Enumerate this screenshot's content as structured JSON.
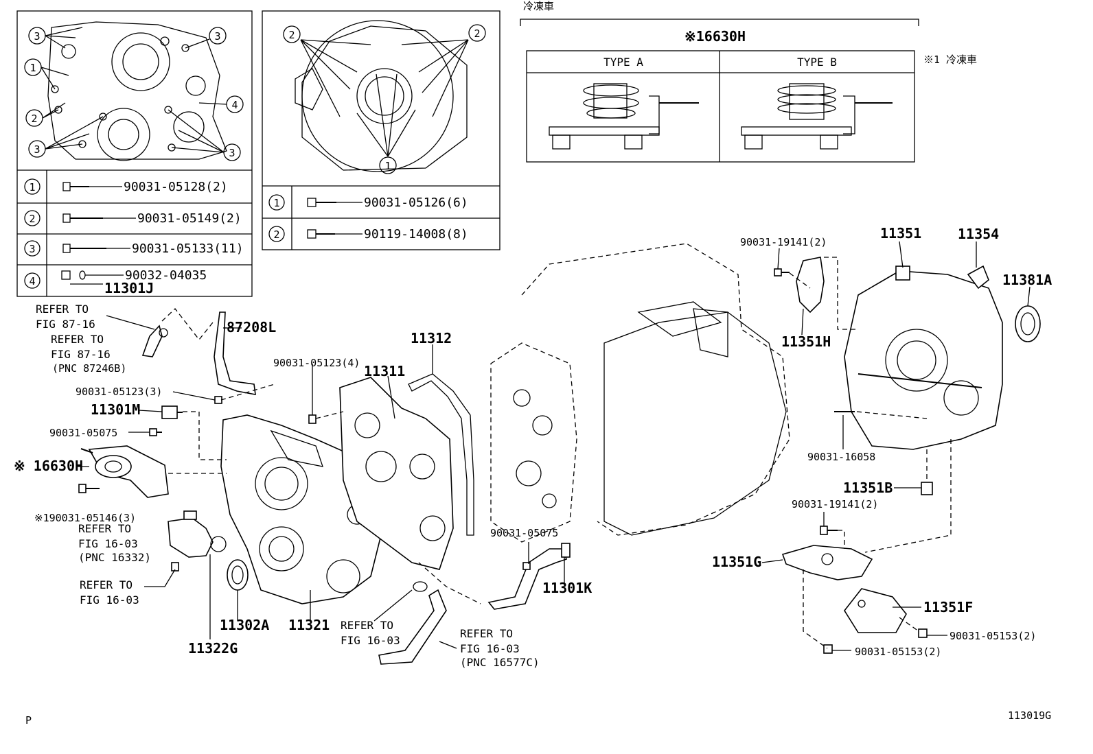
{
  "diagram_code": "113019G",
  "page_marker": "P",
  "inset_a": {
    "callouts": [
      "1",
      "2",
      "3",
      "3",
      "3",
      "3",
      "4"
    ],
    "rows": [
      {
        "num": "1",
        "part": "90031-05128(2)"
      },
      {
        "num": "2",
        "part": "90031-05149(2)"
      },
      {
        "num": "3",
        "part": "90031-05133(11)"
      },
      {
        "num": "4",
        "part": "90032-04035",
        "part2": "11301J"
      }
    ]
  },
  "inset_b": {
    "callouts": [
      "2",
      "2",
      "1"
    ],
    "rows": [
      {
        "num": "1",
        "part": "90031-05126(6)"
      },
      {
        "num": "2",
        "part": "90119-14008(8)"
      }
    ]
  },
  "inset_c": {
    "header": "冷凍車",
    "part": "※16630H",
    "type_a": "TYPE A",
    "type_b": "TYPE B",
    "note": "※1  冷凍車"
  },
  "labels": {
    "refer_87_16_a": [
      "REFER TO",
      "FIG 87-16"
    ],
    "refer_87_16_b": [
      "REFER TO",
      "FIG 87-16",
      "(PNC 87246B)"
    ],
    "p87208L": "87208L",
    "p90031_05123_3": "90031-05123(3)",
    "p11301M": "11301M",
    "p90031_05075_a": "90031-05075",
    "p16630H": "※ 16630H",
    "p190031_05146": "※190031-05146(3)",
    "refer_16_03_a": [
      "REFER TO",
      "FIG 16-03",
      "(PNC 16332)"
    ],
    "refer_16_03_b": [
      "REFER TO",
      "FIG 16-03"
    ],
    "p11322G": "11322G",
    "p11302A": "11302A",
    "p11321": "11321",
    "refer_16_03_c": [
      "REFER TO",
      "FIG 16-03"
    ],
    "refer_16_03_d": [
      "REFER TO",
      "FIG 16-03",
      "(PNC 16577C)"
    ],
    "p90031_05123_4": "90031-05123(4)",
    "p11311": "11311",
    "p11312": "11312",
    "p90031_05075_b": "90031-05075",
    "p11301K": "11301K",
    "p90031_19141_a": "90031-19141(2)",
    "p11351H": "11351H",
    "p11351": "11351",
    "p11354": "11354",
    "p11381A": "11381A",
    "p90031_16058": "90031-16058",
    "p11351B": "11351B",
    "p90031_19141_b": "90031-19141(2)",
    "p11351G": "11351G",
    "p11351F": "11351F",
    "p90031_05153_a": "90031-05153(2)",
    "p90031_05153_b": "90031-05153(2)"
  }
}
